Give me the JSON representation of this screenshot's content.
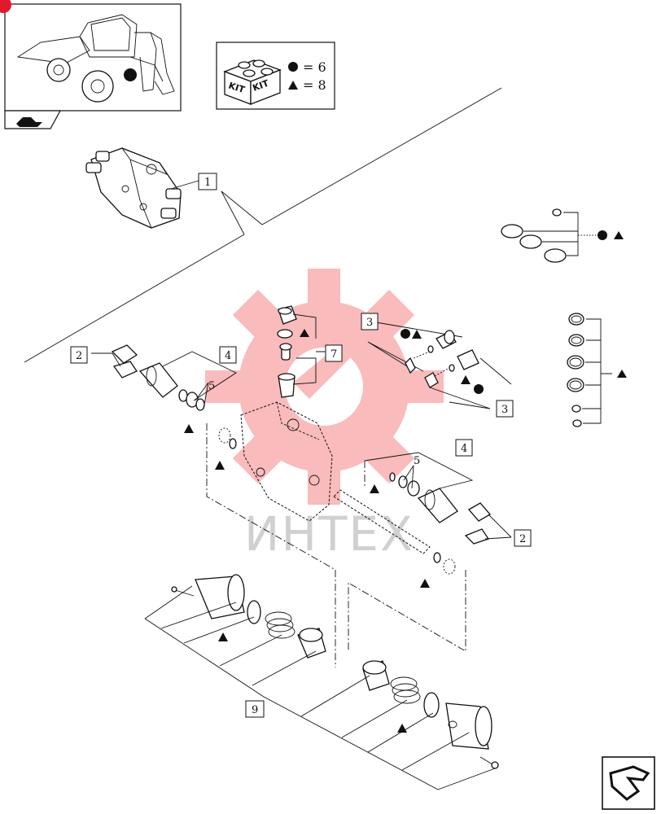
{
  "kit_legend": {
    "kit_label_left": "KIT",
    "kit_label_right": "KIT",
    "circle_symbol_value": "= 6",
    "triangle_symbol_value": "= 8"
  },
  "watermark": {
    "text": "ИНТЕХ",
    "color": "#f26060"
  },
  "callouts": {
    "c1": "1",
    "c2a": "2",
    "c2b": "2",
    "c3a": "3",
    "c3b": "3",
    "c4a": "4",
    "c4b": "4",
    "c5a": "5",
    "c5b": "5",
    "c7": "7",
    "c9": "9"
  },
  "icons": {
    "corner_badge": "red-dot-icon",
    "nav_prev": "hand-pointer-prev-icon",
    "nav_next": "hand-pointer-next-icon"
  }
}
